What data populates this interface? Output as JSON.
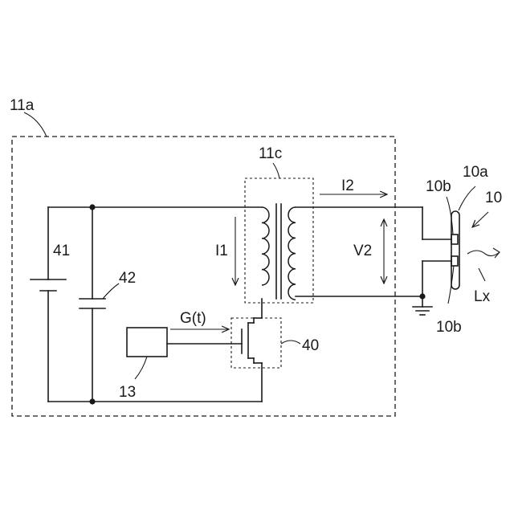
{
  "labels": {
    "box_11a": "11a",
    "transformer_11c": "11c",
    "current_i2": "I2",
    "current_i1": "I1",
    "voltage_v2": "V2",
    "battery_41": "41",
    "capacitor_42": "42",
    "gate_signal": "G(t)",
    "switch_40": "40",
    "controller_13": "13",
    "lamp_10": "10",
    "lamp_10a": "10a",
    "electrode_10b_top": "10b",
    "electrode_10b_bottom": "10b",
    "light_lx": "Lx"
  }
}
